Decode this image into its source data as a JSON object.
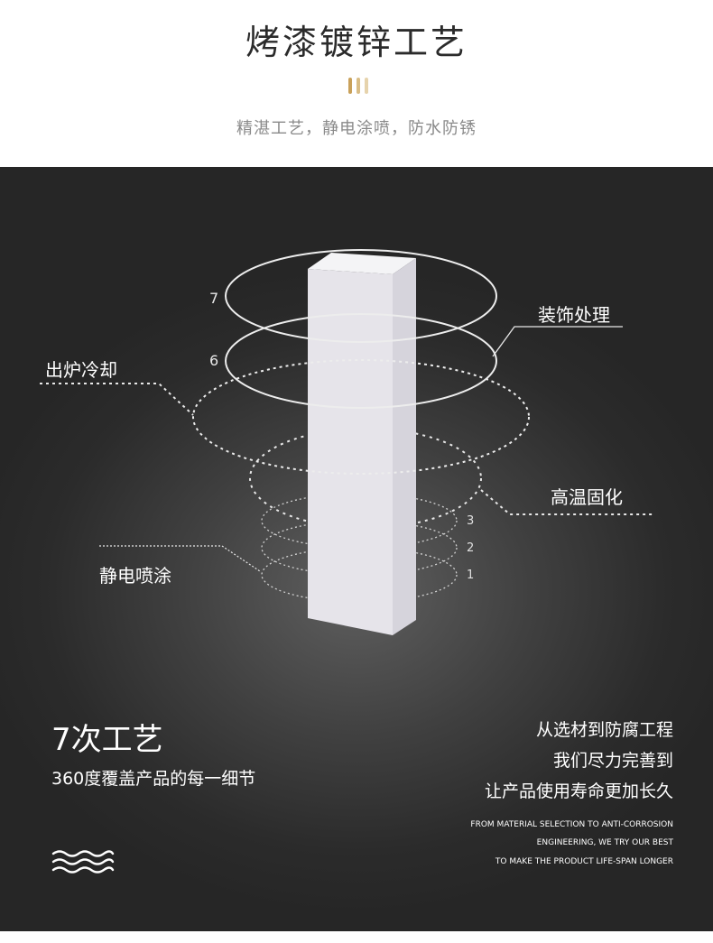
{
  "header": {
    "title": "烤漆镀锌工艺",
    "subtitle": "精湛工艺，静电涂喷，防水防锈",
    "accent_colors": [
      "#c9a15a",
      "#d9bd86",
      "#e6d3ac"
    ]
  },
  "diagram": {
    "labels": {
      "decor": "装饰处理",
      "cooling": "出炉冷却",
      "curing": "高温固化",
      "spraying": "静电喷涂"
    },
    "rings": [
      "7",
      "6",
      "3",
      "2",
      "1"
    ]
  },
  "footer": {
    "heading": "7次工艺",
    "subheading": "360度覆盖产品的每一细节",
    "right_lines": [
      "从选材到防腐工程",
      "我们尽力完善到",
      "让产品使用寿命更加长久"
    ],
    "english_lines": [
      "FROM MATERIAL SELECTION TO ANTI-CORROSION",
      "ENGINEERING, WE TRY OUR BEST",
      "TO MAKE THE PRODUCT LIFE-SPAN LONGER"
    ],
    "wave_icon": "wave-icon"
  }
}
